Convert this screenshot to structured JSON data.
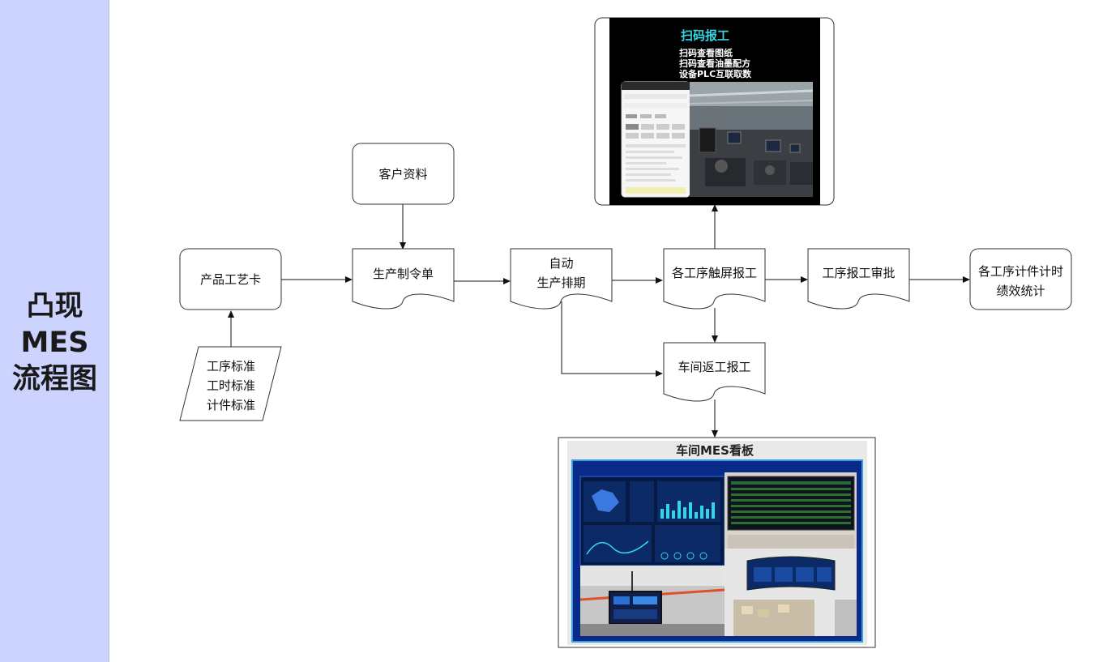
{
  "sidebar": {
    "title_lines": [
      "凸现",
      "MES",
      "流程图"
    ]
  },
  "nodes": {
    "product_card": "产品工艺卡",
    "customer_info": "客户资料",
    "production_order": "生产制令单",
    "auto_schedule_line1": "自动",
    "auto_schedule_line2": "生产排期",
    "touch_report": "各工序触屏报工",
    "report_review": "工序报工审批",
    "piecework_line1": "各工序计件计时",
    "piecework_line2": "绩效统计",
    "rework_report": "车间返工报工",
    "standards": [
      "工序标准",
      "工时标准",
      "计件标准"
    ]
  },
  "scan_panel": {
    "title": "扫码报工",
    "lines": [
      "扫码查看图纸",
      "扫码查看油墨配方",
      "设备PLC互联取数"
    ]
  },
  "dashboard_panel": {
    "title": "车间MES看板"
  },
  "colors": {
    "sidebar_bg": "#ccd3fe",
    "node_stroke": "#333333",
    "accent_cyan": "#34d6e6",
    "dashboard_blue": "#0a2a8a"
  }
}
